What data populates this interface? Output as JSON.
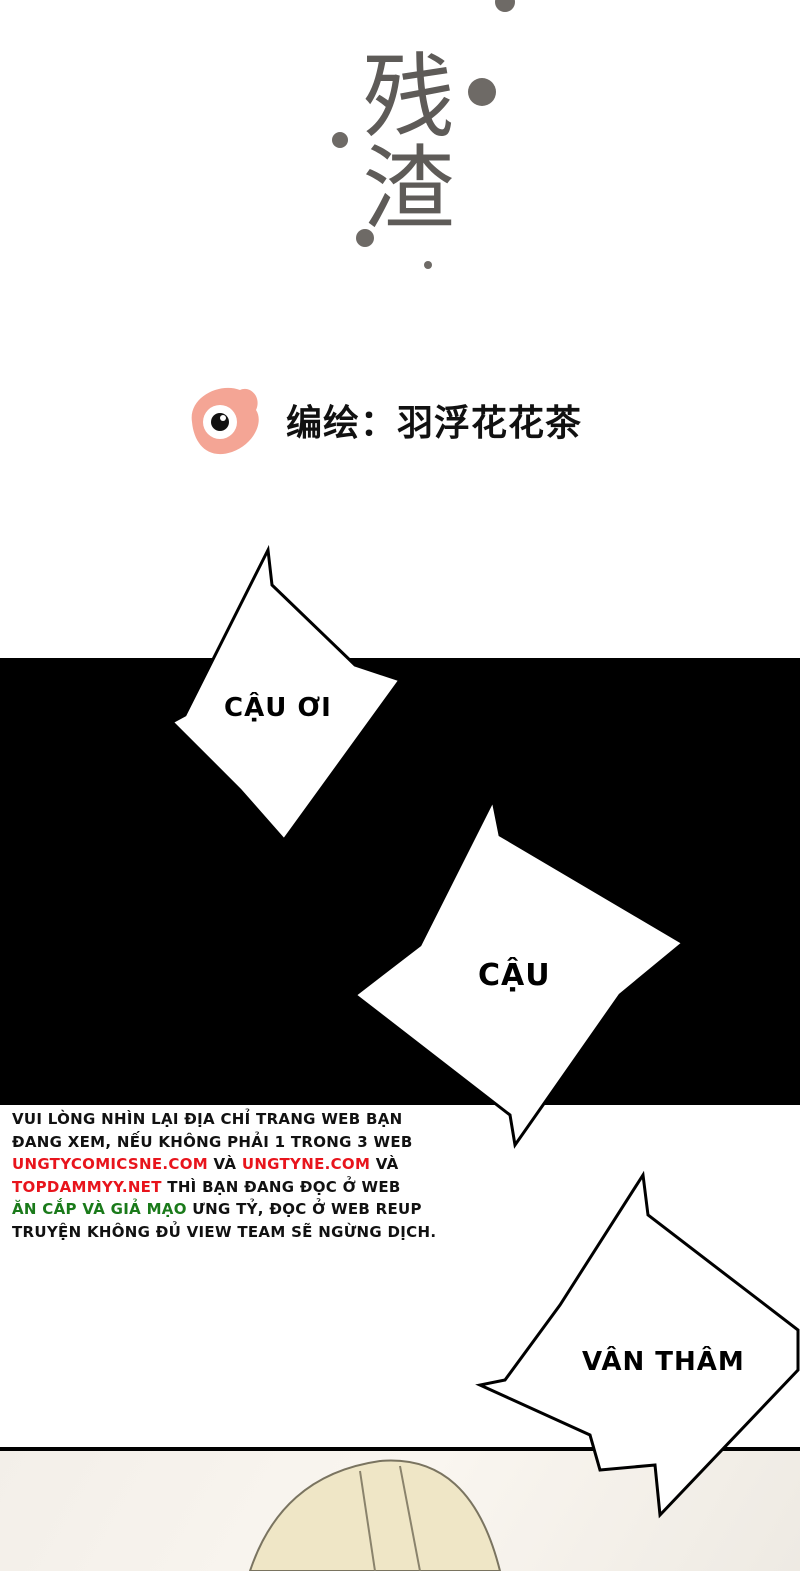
{
  "title": "残渣",
  "credit": {
    "icon": "weibo-eye-icon",
    "text": "编绘：羽浮花花茶",
    "icon_color": "#f4a595"
  },
  "bubbles": [
    {
      "text": "CẬU ƠI"
    },
    {
      "text": "CẬU"
    },
    {
      "text": "VÂN THÂM"
    }
  ],
  "notice": {
    "line1": "VUI LÒNG NHÌN LẠI ĐỊA CHỈ TRANG WEB BẠN",
    "line2": "ĐANG XEM, NẾU KHÔNG PHẢI 1 TRONG 3 WEB",
    "site1": "UNGTYCOMICSNE.COM",
    "and1": " VÀ ",
    "site2": "UNGTYNE.COM",
    "and2": " VÀ",
    "site3": "TOPDAMMYY.NET",
    "line4_rest": " THÌ BẠN ĐANG ĐỌC Ở WEB",
    "warning": "ĂN CẮP VÀ GIẢ MẠO",
    "line5_rest": " ƯNG TỶ, ĐỌC Ở WEB REUP",
    "line6": "TRUYỆN KHÔNG ĐỦ VIEW TEAM SẼ NGỪNG DỊCH."
  },
  "colors": {
    "link_red": "#e8141c",
    "warning_green": "#1a7a1a"
  }
}
